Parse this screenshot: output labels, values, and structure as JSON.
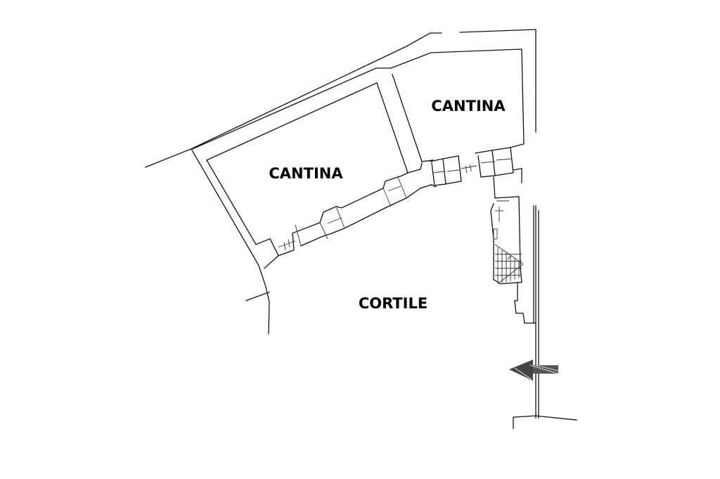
{
  "rooms": [
    {
      "id": "cellar-left",
      "label": "CANTINA"
    },
    {
      "id": "cellar-right",
      "label": "CANTINA"
    },
    {
      "id": "courtyard",
      "label": "CORTILE"
    }
  ],
  "icons": {
    "entrance": "entrance-arrow-icon",
    "stairs": "staircase-icon"
  },
  "colors": {
    "walls": "#111111",
    "labels": "#000000",
    "background": "#ffffff"
  }
}
